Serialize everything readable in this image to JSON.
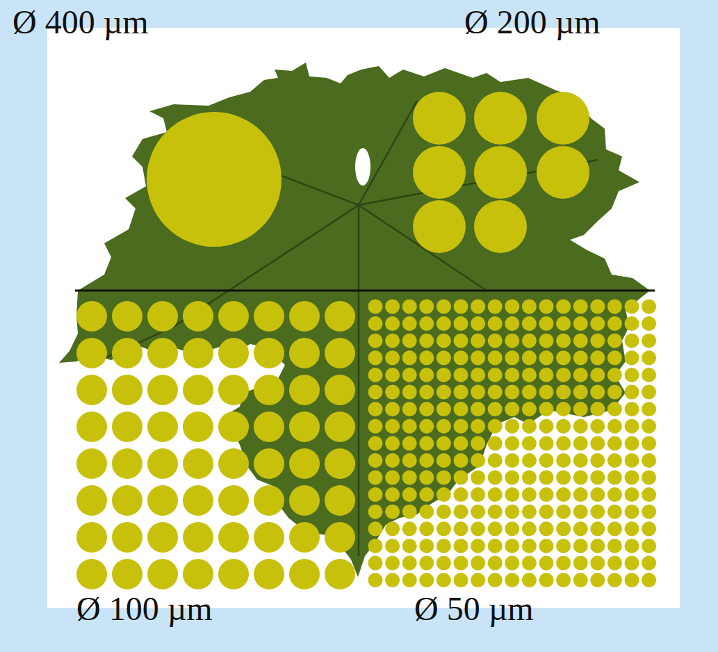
{
  "diagram": {
    "labels": [
      "Ø 400 µm",
      "Ø 200 µm",
      "Ø 100 µm",
      "Ø 50 µm"
    ]
  }
}
